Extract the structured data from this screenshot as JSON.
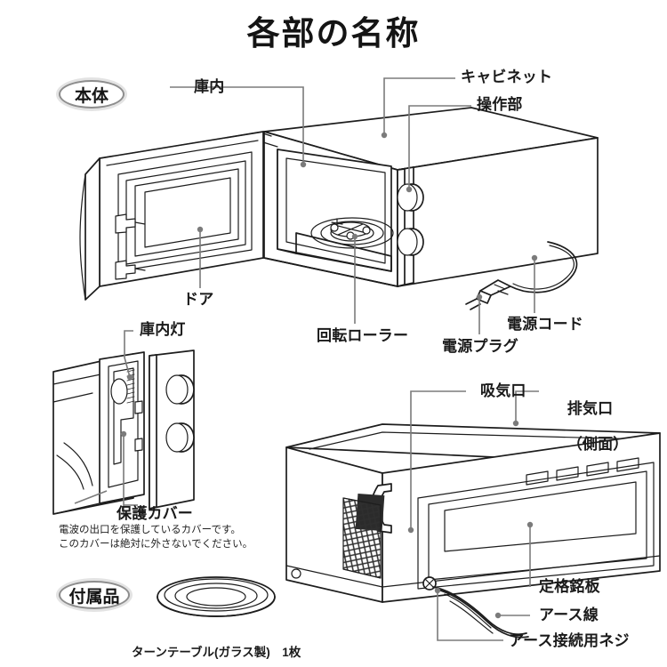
{
  "page": {
    "title": "各部の名称",
    "background_color": "#ffffff",
    "ink_color": "#1a1a1a",
    "leader_color": "#7b7b7b"
  },
  "sections": [
    {
      "id": "main-unit",
      "badge": "本体"
    },
    {
      "id": "accessories",
      "badge": "付属品"
    }
  ],
  "labels": {
    "cavity": "庫内",
    "cabinet": "キャビネット",
    "control_panel": "操作部",
    "door": "ドア",
    "rotating_roller": "回転ローラー",
    "interior_light": "庫内灯",
    "power_cord": "電源コード",
    "power_plug": "電源プラグ",
    "protective_cover": "保護カバー",
    "air_intake": "吸気口",
    "exhaust_port_line1": "排気口",
    "exhaust_port_line2": "（側面）",
    "rating_plate": "定格銘板",
    "ground_wire": "アース線",
    "ground_screw": "アース接続用ネジ"
  },
  "notes": {
    "protective_cover_line1": "電波の出口を保護しているカバーです。",
    "protective_cover_line2": "このカバーは絶対に外さないでください。"
  },
  "accessory_caption": "ターンテーブル(ガラス製)　1枚"
}
